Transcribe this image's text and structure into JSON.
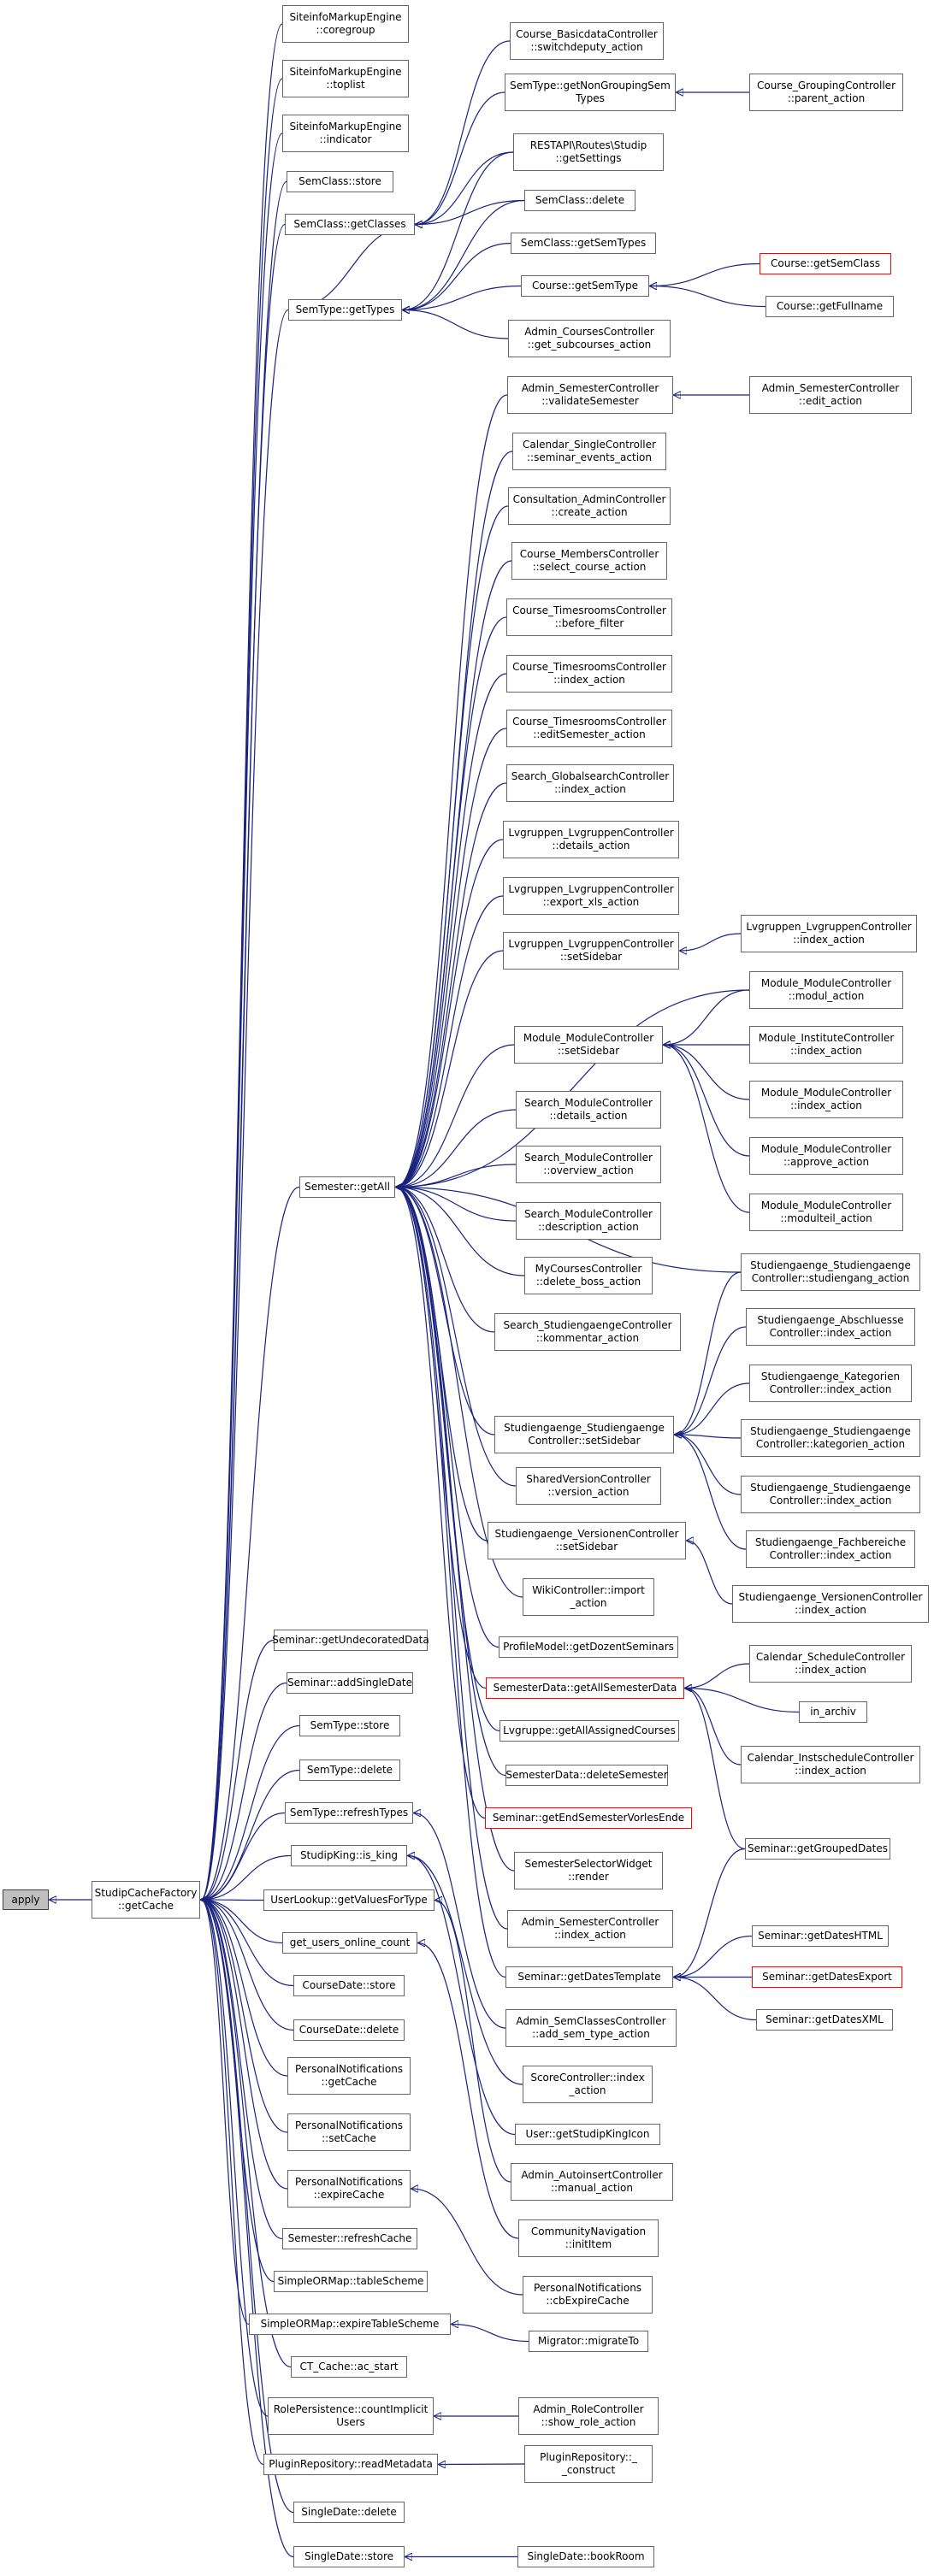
{
  "colors": {
    "edge": "#1a237e",
    "node_border": "#666666",
    "red_border": "#ff0000",
    "root_fill": "#bfbfbf"
  },
  "nodes": {
    "apply": {
      "lines": [
        "apply"
      ]
    },
    "getcache": {
      "lines": [
        "StudipCacheFactory",
        "::getCache"
      ]
    },
    "sme_coregroup": {
      "lines": [
        "SiteinfoMarkupEngine",
        "::coregroup"
      ]
    },
    "sme_toplist": {
      "lines": [
        "SiteinfoMarkupEngine",
        "::toplist"
      ]
    },
    "sme_indicator": {
      "lines": [
        "SiteinfoMarkupEngine",
        "::indicator"
      ]
    },
    "semclass_store": {
      "lines": [
        "SemClass::store"
      ]
    },
    "semclass_getclasses": {
      "lines": [
        "SemClass::getClasses"
      ]
    },
    "semtype_gettypes": {
      "lines": [
        "SemType::getTypes"
      ]
    },
    "cbd_switchdeputy": {
      "lines": [
        "Course_BasicdataController",
        "::switchdeputy_action"
      ]
    },
    "semtype_getnongrouping": {
      "lines": [
        "SemType::getNonGroupingSem",
        "Types"
      ]
    },
    "cgc_parent": {
      "lines": [
        "Course_GroupingController",
        "::parent_action"
      ]
    },
    "restapi_getsettings": {
      "lines": [
        "RESTAPI\\Routes\\Studip",
        "::getSettings"
      ]
    },
    "semclass_delete": {
      "lines": [
        "SemClass::delete"
      ]
    },
    "semclass_getsemtypes": {
      "lines": [
        "SemClass::getSemTypes"
      ]
    },
    "course_getsemtype": {
      "lines": [
        "Course::getSemType"
      ]
    },
    "course_getsemclass": {
      "lines": [
        "Course::getSemClass"
      ]
    },
    "course_getfullname": {
      "lines": [
        "Course::getFullname"
      ]
    },
    "admin_cc_subcourses": {
      "lines": [
        "Admin_CoursesController",
        "::get_subcourses_action"
      ]
    },
    "admin_sc_validate": {
      "lines": [
        "Admin_SemesterController",
        "::validateSemester"
      ]
    },
    "admin_sc_edit": {
      "lines": [
        "Admin_SemesterController",
        "::edit_action"
      ]
    },
    "cal_single_seminar": {
      "lines": [
        "Calendar_SingleController",
        "::seminar_events_action"
      ]
    },
    "consult_admin_create": {
      "lines": [
        "Consultation_AdminController",
        "::create_action"
      ]
    },
    "course_members_select": {
      "lines": [
        "Course_MembersController",
        "::select_course_action"
      ]
    },
    "course_tr_before": {
      "lines": [
        "Course_TimesroomsController",
        "::before_filter"
      ]
    },
    "course_tr_index": {
      "lines": [
        "Course_TimesroomsController",
        "::index_action"
      ]
    },
    "course_tr_edit": {
      "lines": [
        "Course_TimesroomsController",
        "::editSemester_action"
      ]
    },
    "search_global_index": {
      "lines": [
        "Search_GlobalsearchController",
        "::index_action"
      ]
    },
    "lvg_details": {
      "lines": [
        "Lvgruppen_LvgruppenController",
        "::details_action"
      ]
    },
    "lvg_export": {
      "lines": [
        "Lvgruppen_LvgruppenController",
        "::export_xls_action"
      ]
    },
    "lvg_setsidebar": {
      "lines": [
        "Lvgruppen_LvgruppenController",
        "::setSidebar"
      ]
    },
    "lvg_index": {
      "lines": [
        "Lvgruppen_LvgruppenController",
        "::index_action"
      ]
    },
    "semester_getall": {
      "lines": [
        "Semester::getAll"
      ]
    },
    "mod_modul": {
      "lines": [
        "Module_ModuleController",
        "::modul_action"
      ]
    },
    "mod_setsidebar": {
      "lines": [
        "Module_ModuleController",
        "::setSidebar"
      ]
    },
    "mod_institute_index": {
      "lines": [
        "Module_InstituteController",
        "::index_action"
      ]
    },
    "mod_index": {
      "lines": [
        "Module_ModuleController",
        "::index_action"
      ]
    },
    "mod_approve": {
      "lines": [
        "Module_ModuleController",
        "::approve_action"
      ]
    },
    "mod_modulteil": {
      "lines": [
        "Module_ModuleController",
        "::modulteil_action"
      ]
    },
    "search_mod_details": {
      "lines": [
        "Search_ModuleController",
        "::details_action"
      ]
    },
    "search_mod_overview": {
      "lines": [
        "Search_ModuleController",
        "::overview_action"
      ]
    },
    "search_mod_description": {
      "lines": [
        "Search_ModuleController",
        "::description_action"
      ]
    },
    "mycourses_delete_boss": {
      "lines": [
        "MyCoursesController",
        "::delete_boss_action"
      ]
    },
    "search_sg_kommentar": {
      "lines": [
        "Search_StudiengaengeController",
        "::kommentar_action"
      ]
    },
    "sg_studiengang": {
      "lines": [
        "Studiengaenge_Studiengaenge",
        "Controller::studiengang_action"
      ]
    },
    "sg_abschluesse": {
      "lines": [
        "Studiengaenge_Abschluesse",
        "Controller::index_action"
      ]
    },
    "sg_setsidebar": {
      "lines": [
        "Studiengaenge_Studiengaenge",
        "Controller::setSidebar"
      ]
    },
    "sg_kategorien": {
      "lines": [
        "Studiengaenge_Kategorien",
        "Controller::index_action"
      ]
    },
    "sg_kategorien_action": {
      "lines": [
        "Studiengaenge_Studiengaenge",
        "Controller::kategorien_action"
      ]
    },
    "sg_index": {
      "lines": [
        "Studiengaenge_Studiengaenge",
        "Controller::index_action"
      ]
    },
    "shared_version": {
      "lines": [
        "SharedVersionController",
        "::version_action"
      ]
    },
    "sg_fachbereiche": {
      "lines": [
        "Studiengaenge_Fachbereiche",
        "Controller::index_action"
      ]
    },
    "sg_versionen_sidebar": {
      "lines": [
        "Studiengaenge_VersionenController",
        "::setSidebar"
      ]
    },
    "sg_versionen_index": {
      "lines": [
        "Studiengaenge_VersionenController",
        "::index_action"
      ]
    },
    "wiki_import": {
      "lines": [
        "WikiController::import",
        "_action"
      ]
    },
    "profile_getdozent": {
      "lines": [
        "ProfileModel::getDozentSeminars"
      ]
    },
    "semdata_getallsemdata": {
      "lines": [
        "SemesterData::getAllSemesterData"
      ]
    },
    "cal_schedule_index": {
      "lines": [
        "Calendar_ScheduleController",
        "::index_action"
      ]
    },
    "in_archiv": {
      "lines": [
        "in_archiv"
      ]
    },
    "lvgruppe_getallassigned": {
      "lines": [
        "Lvgruppe::getAllAssignedCourses"
      ]
    },
    "cal_instschedule_index": {
      "lines": [
        "Calendar_InstscheduleController",
        "::index_action"
      ]
    },
    "semdata_delete": {
      "lines": [
        "SemesterData::deleteSemester"
      ]
    },
    "seminar_getendsem": {
      "lines": [
        "Seminar::getEndSemesterVorlesEnde"
      ]
    },
    "seminar_getgrouped": {
      "lines": [
        "Seminar::getGroupedDates"
      ]
    },
    "semsel_render": {
      "lines": [
        "SemesterSelectorWidget",
        "::render"
      ]
    },
    "admin_sc_index": {
      "lines": [
        "Admin_SemesterController",
        "::index_action"
      ]
    },
    "seminar_getdateshtml": {
      "lines": [
        "Seminar::getDatesHTML"
      ]
    },
    "seminar_getdatestemplate": {
      "lines": [
        "Seminar::getDatesTemplate"
      ]
    },
    "seminar_getdatesexport": {
      "lines": [
        "Seminar::getDatesExport"
      ]
    },
    "seminar_getdatesxml": {
      "lines": [
        "Seminar::getDatesXML"
      ]
    },
    "seminar_getundecorated": {
      "lines": [
        "Seminar::getUndecoratedData"
      ]
    },
    "seminar_addsingle": {
      "lines": [
        "Seminar::addSingleDate"
      ]
    },
    "semtype_store": {
      "lines": [
        "SemType::store"
      ]
    },
    "semtype_delete": {
      "lines": [
        "SemType::delete"
      ]
    },
    "semtype_refresh": {
      "lines": [
        "SemType::refreshTypes"
      ]
    },
    "studipking_is": {
      "lines": [
        "StudipKing::is_king"
      ]
    },
    "userlookup_getvalues": {
      "lines": [
        "UserLookup::getValuesForType"
      ]
    },
    "get_users_online": {
      "lines": [
        "get_users_online_count"
      ]
    },
    "coursedate_store": {
      "lines": [
        "CourseDate::store"
      ]
    },
    "coursedate_delete": {
      "lines": [
        "CourseDate::delete"
      ]
    },
    "admin_semclasses_add": {
      "lines": [
        "Admin_SemClassesController",
        "::add_sem_type_action"
      ]
    },
    "score_index": {
      "lines": [
        "ScoreController::index",
        "_action"
      ]
    },
    "user_getstudipkingicon": {
      "lines": [
        "User::getStudipKingIcon"
      ]
    },
    "pn_getcache": {
      "lines": [
        "PersonalNotifications",
        "::getCache"
      ]
    },
    "pn_setcache": {
      "lines": [
        "PersonalNotifications",
        "::setCache"
      ]
    },
    "admin_autoinsert_manual": {
      "lines": [
        "Admin_AutoinsertController",
        "::manual_action"
      ]
    },
    "pn_expirecache": {
      "lines": [
        "PersonalNotifications",
        "::expireCache"
      ]
    },
    "community_inititem": {
      "lines": [
        "CommunityNavigation",
        "::initItem"
      ]
    },
    "semester_refresh": {
      "lines": [
        "Semester::refreshCache"
      ]
    },
    "pn_cbexpire": {
      "lines": [
        "PersonalNotifications",
        "::cbExpireCache"
      ]
    },
    "sorm_tablescheme": {
      "lines": [
        "SimpleORMap::tableScheme"
      ]
    },
    "sorm_expiretable": {
      "lines": [
        "SimpleORMap::expireTableScheme"
      ]
    },
    "migrator_migrate": {
      "lines": [
        "Migrator::migrateTo"
      ]
    },
    "ct_cache_ac_start": {
      "lines": [
        "CT_Cache::ac_start"
      ]
    },
    "role_count": {
      "lines": [
        "RolePersistence::countImplicit",
        "Users"
      ]
    },
    "admin_role_show": {
      "lines": [
        "Admin_RoleController",
        "::show_role_action"
      ]
    },
    "plugin_readmeta": {
      "lines": [
        "PluginRepository::readMetadata"
      ]
    },
    "plugin_construct": {
      "lines": [
        "PluginRepository::_",
        "_construct"
      ]
    },
    "singledate_delete": {
      "lines": [
        "SingleDate::delete"
      ]
    },
    "singledate_store": {
      "lines": [
        "SingleDate::store"
      ]
    },
    "singledate_bookroom": {
      "lines": [
        "SingleDate::bookRoom"
      ]
    }
  }
}
